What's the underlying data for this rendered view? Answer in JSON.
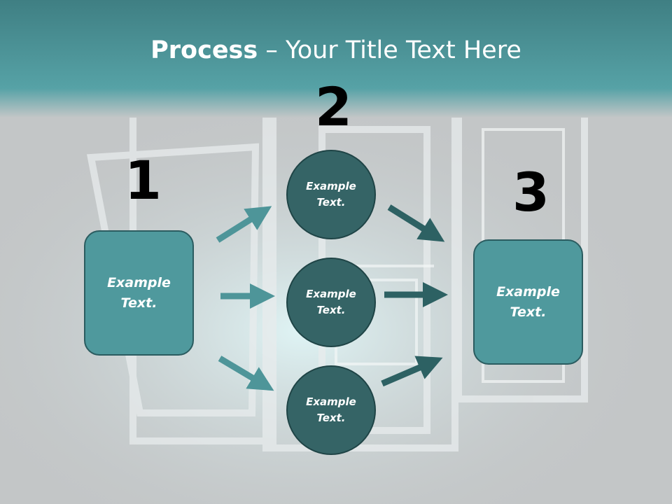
{
  "title": {
    "bold": "Process",
    "rest": " – Your Title Text Here"
  },
  "steps": [
    {
      "number": "1",
      "text_line1": "Example",
      "text_line2": "Text."
    },
    {
      "number": "2"
    },
    {
      "number": "3",
      "text_line1": "Example",
      "text_line2": "Text."
    }
  ],
  "circles": [
    {
      "text_line1": "Example",
      "text_line2": "Text."
    },
    {
      "text_line1": "Example",
      "text_line2": "Text."
    },
    {
      "text_line1": "Example",
      "text_line2": "Text."
    }
  ],
  "colors": {
    "header_teal": "#4f9a9e",
    "box_fill": "#4f999d",
    "circle_fill": "#356466",
    "arrow_left": "#4e9599",
    "arrow_right": "#2d6163",
    "background": "#c3c6c7"
  }
}
